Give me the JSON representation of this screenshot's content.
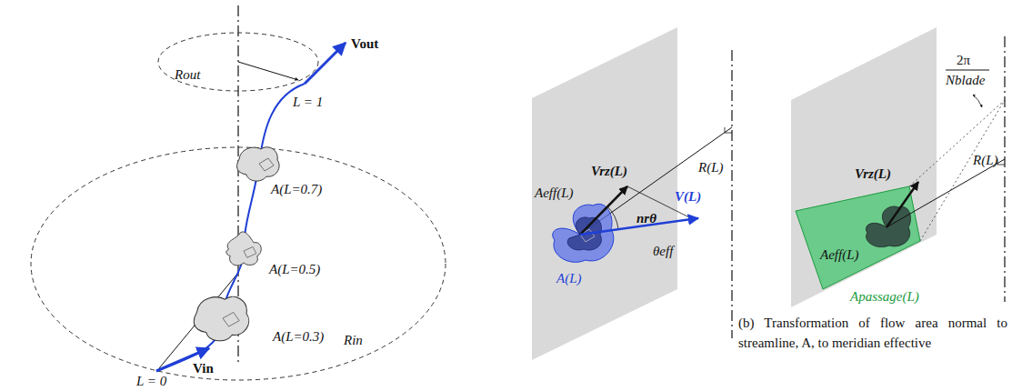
{
  "diagram": {
    "caption": "(b) Transformation of flow area normal to streamline, A, to meridian effective",
    "labels": [
      "Rout",
      "Vout",
      "L = 1",
      "A(L=0.7)",
      "A(L=0.5)",
      "A(L=0.3)",
      "Rin",
      "Vin",
      "L = 0",
      "Aeff(L)",
      "A(L)",
      "Vrz(L)",
      "nrθ",
      "V(L)",
      "θeff",
      "R(L)",
      "Vrz(L)",
      "2π",
      "Nblade",
      "R(L)",
      "Aeff(L)",
      "Apassage(L)"
    ]
  }
}
